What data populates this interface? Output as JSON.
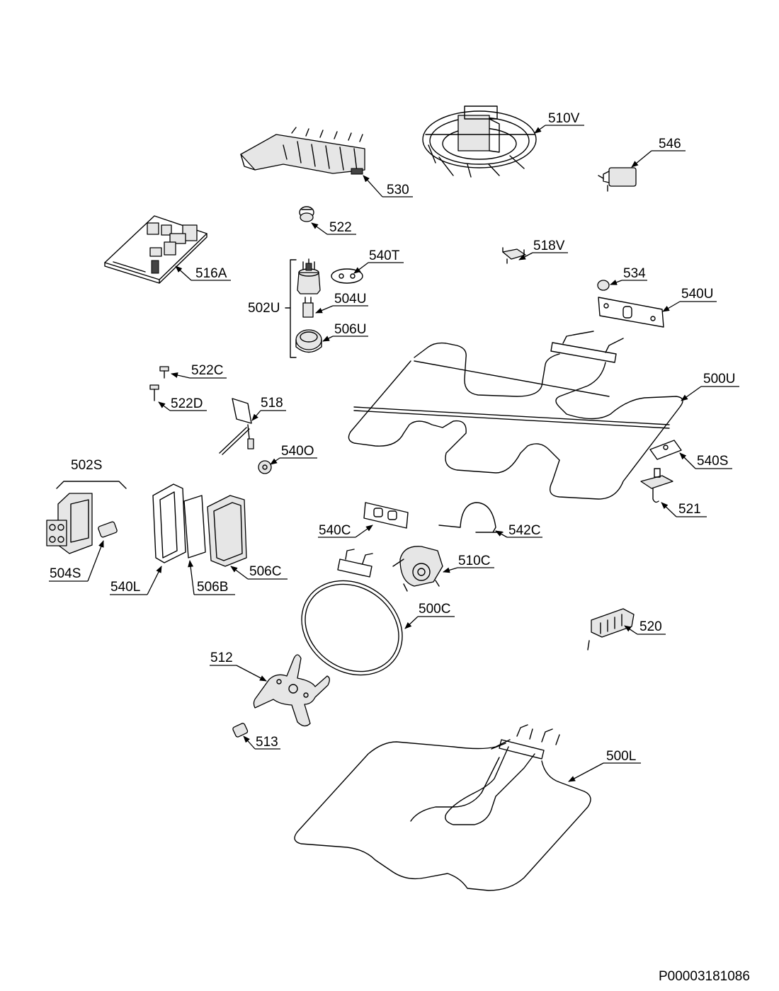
{
  "document_id": "P00003181086",
  "labels": {
    "l510V": "510V",
    "l546": "546",
    "l530": "530",
    "l522": "522",
    "l518V": "518V",
    "l540T": "540T",
    "l516A": "516A",
    "l502U": "502U",
    "l504U": "504U",
    "l506U": "506U",
    "l534": "534",
    "l540U": "540U",
    "l522C": "522C",
    "l522D": "522D",
    "l518": "518",
    "l500U": "500U",
    "l540O": "540O",
    "l540S": "540S",
    "l502S": "502S",
    "l521": "521",
    "l540C": "540C",
    "l542C": "542C",
    "l510C": "510C",
    "l504S": "504S",
    "l540L": "540L",
    "l506B": "506B",
    "l506C": "506C",
    "l500C": "500C",
    "l520": "520",
    "l512": "512",
    "l513": "513",
    "l500L": "500L"
  }
}
